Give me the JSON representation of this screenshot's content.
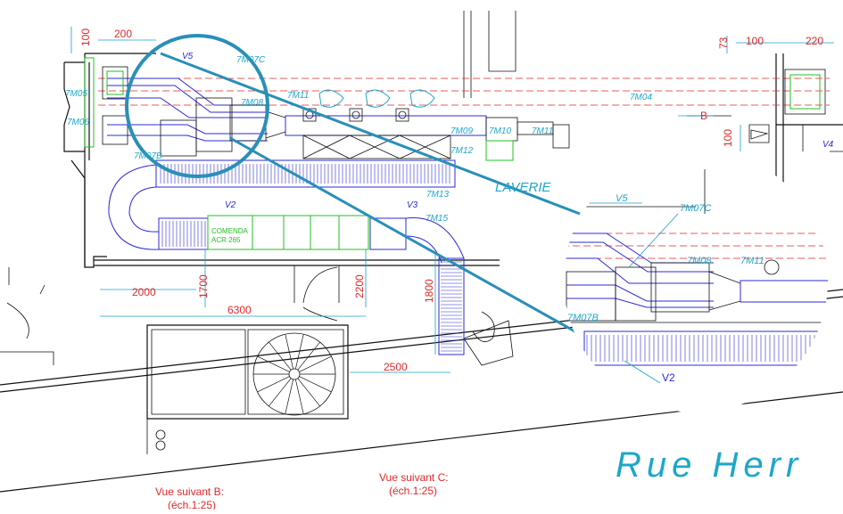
{
  "drawing": {
    "dimensions": {
      "d100_top_left": "100",
      "d200": "200",
      "d73": "73",
      "d100_top_right": "100",
      "d220": "220",
      "d100_right_vertical": "100",
      "d2000": "2000",
      "d1700": "1700",
      "d6300": "6300",
      "d2200": "2200",
      "d1800": "1800",
      "d2500": "2500"
    },
    "labels": {
      "v5": "V5",
      "m07c": "7M07C",
      "m05": "7M05",
      "m06": "7M06",
      "m08": "7M08",
      "m11": "7M11",
      "m04": "7M04",
      "b_arrow": "B",
      "v4": "V4",
      "m09": "7M09",
      "m10": "7M10",
      "m11b": "7M11",
      "m12": "7M12",
      "m07b": "7M07B",
      "m13": "7M13",
      "laverie": "LAVERIE",
      "v2": "V2",
      "v3": "V3",
      "m15": "7M15",
      "comenda_1": "COMENDA",
      "comenda_2": "ACR 265",
      "street": "Rue Herr"
    },
    "zoom": {
      "v5": "V5",
      "m07c": "7M07C",
      "m08": "7M08",
      "m11": "7M11",
      "m07b": "7M07B",
      "v2": "V2"
    },
    "captions": {
      "view_b_line1": "Vue suivant B:",
      "view_b_line2": "(éch.1:25)",
      "view_c_line1": "Vue suivant C:",
      "view_c_line2": "(éch.1:25)"
    },
    "colors": {
      "dimension_text": "#e0282a",
      "conveyor": "#2b2bd6",
      "callout": "#2a8fb8",
      "label_cyan": "#1fa6c8",
      "equipment_green": "#22c022"
    }
  }
}
